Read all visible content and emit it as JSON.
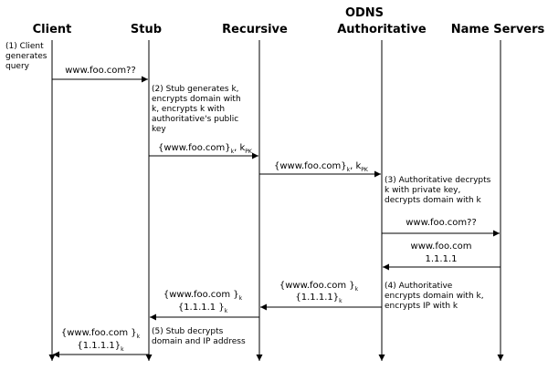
{
  "participants": {
    "client": "Client",
    "stub": "Stub",
    "recursive": "Recursive",
    "odns_line1": "ODNS",
    "odns_line2": "Authoritative",
    "name_servers": "Name Servers"
  },
  "notes": {
    "step1": [
      "(1) Client",
      "generates",
      "query"
    ],
    "step2": [
      "(2) Stub generates k,",
      "encrypts domain with",
      "k, encrypts k with",
      "authoritative's public",
      "key"
    ],
    "step3": [
      "(3) Authoritative decrypts",
      "k with private key,",
      "decrypts domain with k"
    ],
    "step4": [
      "(4) Authoritative",
      "encrypts domain with k,",
      "encrypts IP with k"
    ],
    "step5": [
      "(5) Stub decrypts",
      "domain and IP address"
    ]
  },
  "messages": {
    "m1": {
      "text": "www.foo.com??"
    },
    "m2": {
      "text": "{www.foo.com}",
      "sub": "k",
      "extra": ", k",
      "extra_sub": "PK"
    },
    "m3": {
      "text": "{www.foo.com}",
      "sub": "k",
      "extra": ", k",
      "extra_sub": "PK"
    },
    "m4": {
      "text": "www.foo.com??"
    },
    "m5": {
      "line1": "www.foo.com",
      "line2": "1.1.1.1"
    },
    "m6": {
      "line1": "{www.foo.com }",
      "line1_sub": "k",
      "line2": "{1.1.1.1}",
      "line2_sub": "k"
    },
    "m7": {
      "line1": "{www.foo.com }",
      "line1_sub": "k",
      "line2": "{1.1.1.1 }",
      "line2_sub": "k"
    },
    "m8": {
      "line1": "{www.foo.com }",
      "line1_sub": "k",
      "line2": "{1.1.1.1}",
      "line2_sub": "k"
    }
  }
}
